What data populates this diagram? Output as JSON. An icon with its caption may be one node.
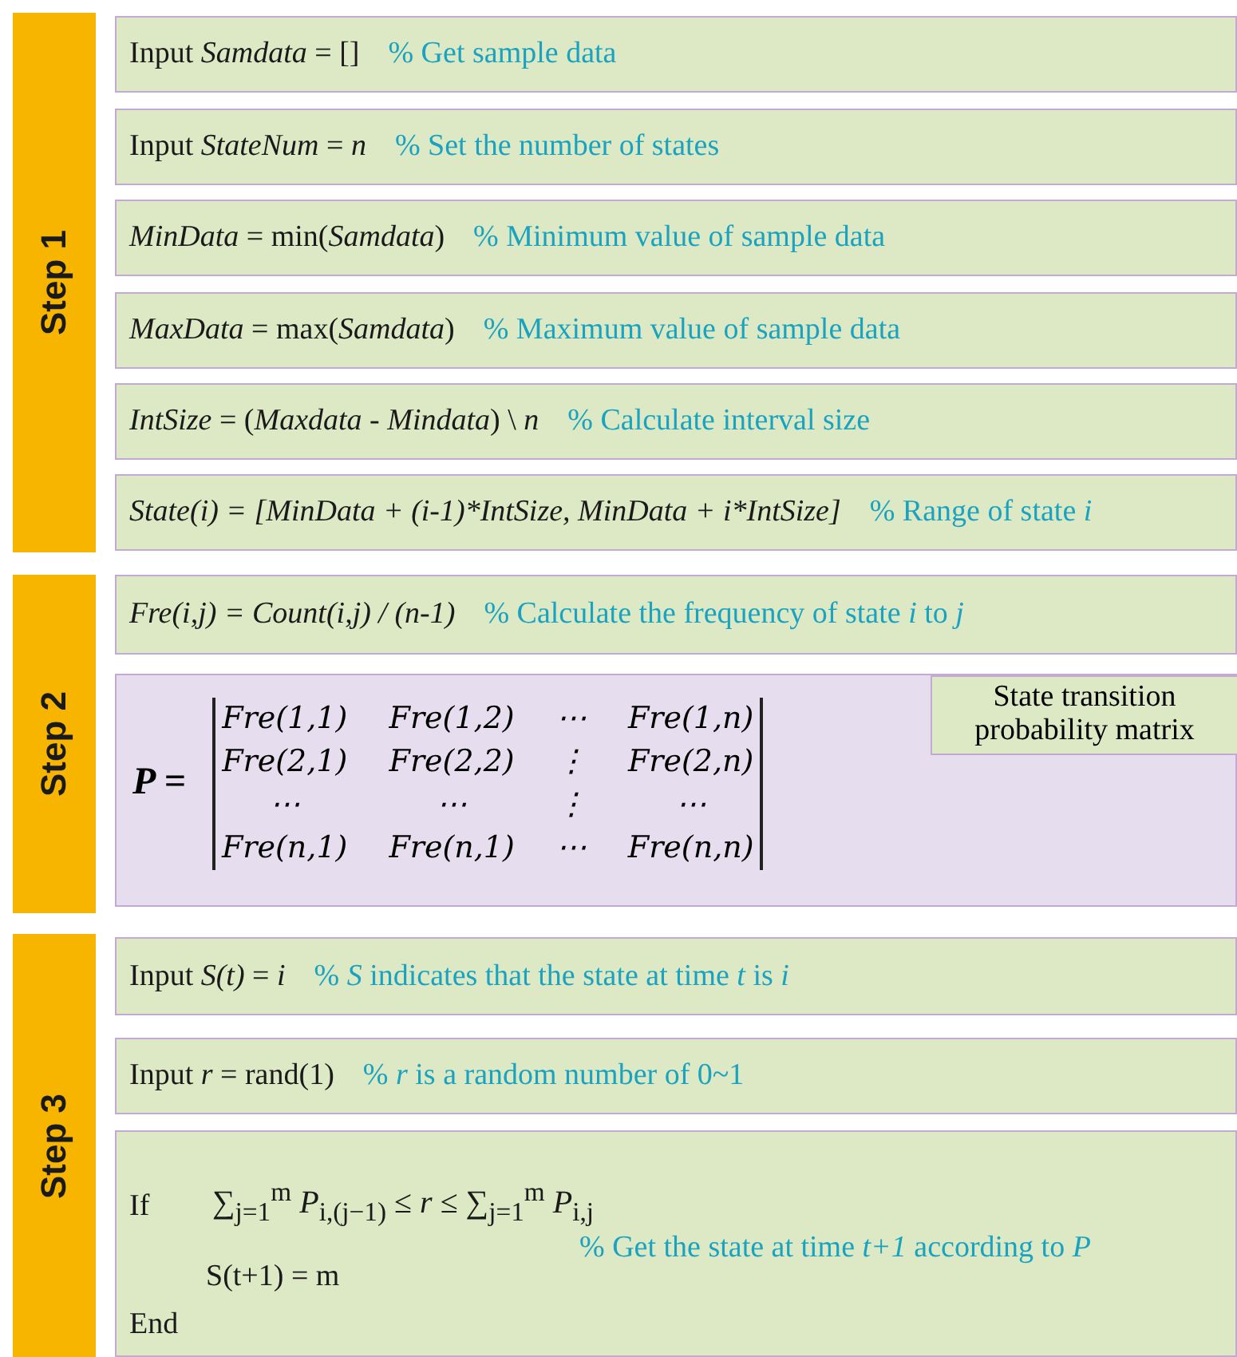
{
  "diagram": {
    "nodes": [
      {
        "text": [
          "Step 1"
        ]
      },
      {
        "text": [
          "Input *Samdata* = []",
          "%   Get sample data"
        ]
      },
      {
        "text": [
          "Input *StateNum* = *n*",
          "%   Set the number of states"
        ]
      },
      {
        "text": [
          "*MinData*  = min(*Samdata*)",
          "%   Minimum value of sample data"
        ]
      },
      {
        "text": [
          "*MaxData*  = max(*Samdata*)",
          "%   Maximum value of sample data"
        ]
      },
      {
        "text": [
          "*IntSize* = (*Maxdata - Mindata*) \\ *n*",
          "%   Calculate interval size"
        ]
      },
      {
        "text": [
          "State(i) = [MinData + (i-1)*IntSize, MinData + i*IntSize]",
          "%   Range of state *i*"
        ]
      },
      {
        "text": [
          "Step 2"
        ]
      },
      {
        "text": [
          "*Fre(i,j) = Count(i,j) / (n-1)*",
          "%   Calculate the frequency of state *i* to *j*"
        ]
      },
      {
        "text": [
          "P =",
          "Fre(1,1)",
          "Fre(1,2)",
          "⋯",
          "Fre(1,n)",
          "Fre(2,1)",
          "Fre(2,2)",
          "⋮",
          "Fre(2,n)",
          "⋯",
          "⋯",
          "⋮",
          "⋯",
          "Fre(n,1)",
          "Fre(n,1)",
          "⋯",
          "Fre(n,n)"
        ]
      },
      {
        "text": [
          "State transition probability matrix"
        ],
        "in": 9
      },
      {
        "text": [
          "Step 3"
        ]
      },
      {
        "text": [
          "Input *S(t)* = *i*",
          "%  *S* indicates that the state at time *t* is *i*"
        ]
      },
      {
        "text": [
          "Input *r* = rand(1)",
          "%  *r* is a random number of 0~1"
        ]
      },
      {
        "text": [
          "If",
          "∑$_{j=1}$$^{m}$ *P*$_{i,(j−1)}$ ≤ *r* ≤ ∑$_{j=1}$$^{m}$ *P*$_{i,j}$",
          "% Get the state at time *t+1* according to *P*",
          "S(t+1) = m",
          "End"
        ]
      }
    ]
  }
}
